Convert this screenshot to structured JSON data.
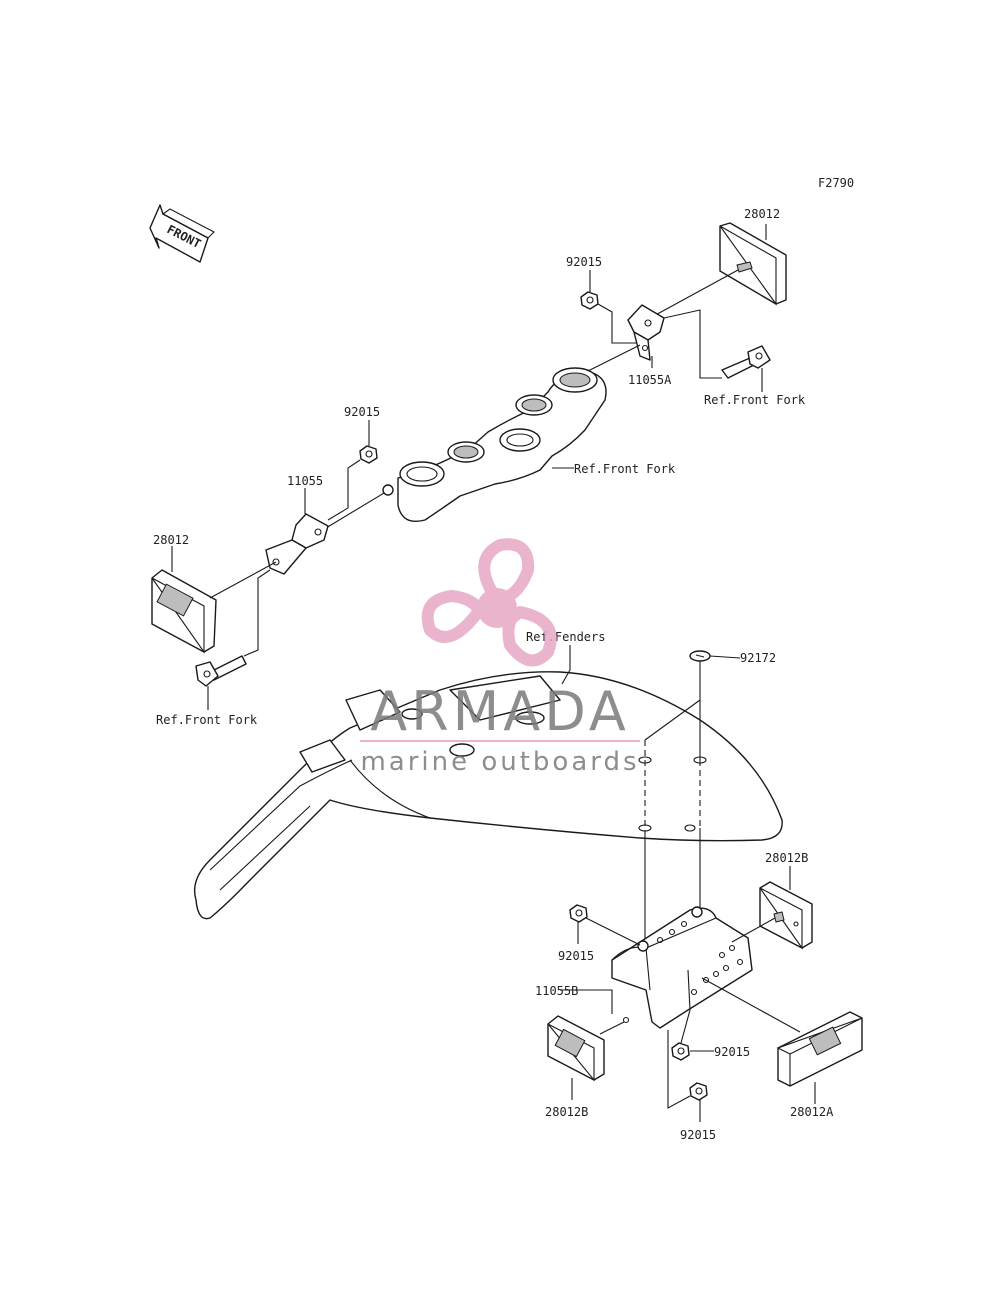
{
  "figure_code": "F2790",
  "front_arrow_text": "FRONT",
  "labels": {
    "reflector_upper_right": "28012",
    "nut_upper_right": "92015",
    "bracket_right": "11055A",
    "ref_front_fork_bolt_right": "Ref.Front Fork",
    "nut_upper_left": "92015",
    "ref_front_fork_clamp": "Ref.Front Fork",
    "bracket_left": "11055",
    "reflector_left": "28012",
    "ref_front_fork_bolt_left": "Ref.Front Fork",
    "ref_fenders": "Ref.Fenders",
    "screw": "92172",
    "reflector_rear_right": "28012B",
    "nut_rear_upper": "92015",
    "bracket_rear": "11055B",
    "reflector_rear_left": "28012B",
    "nut_rear_middle": "92015",
    "reflector_rear_bottom": "28012A",
    "nut_rear_bottom": "92015"
  },
  "watermark": {
    "brand": "ARMADA",
    "tagline": "marine outboards",
    "color": "#e6a7c4"
  }
}
